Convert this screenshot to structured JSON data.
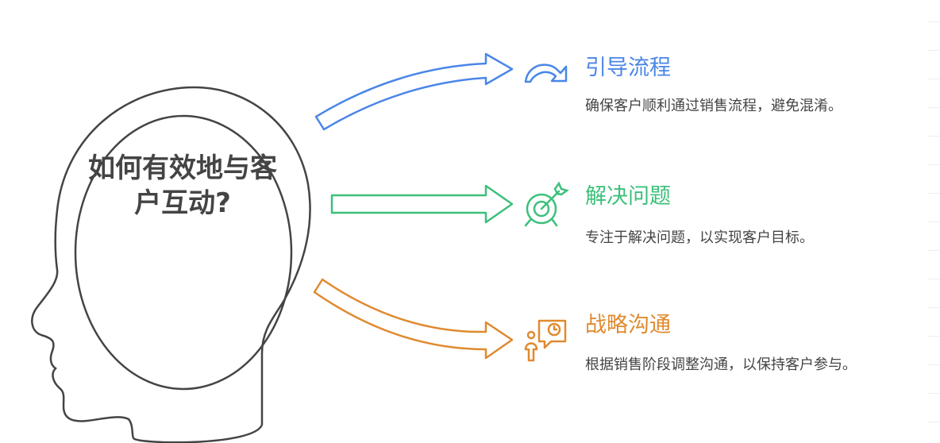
{
  "center": {
    "question": "如何有效地与客户互动?"
  },
  "colors": {
    "outline": "#444444",
    "blue": "#4a86e8",
    "green": "#3cc07a",
    "orange": "#e08a30"
  },
  "branches": [
    {
      "title": "引导流程",
      "description": "确保客户顺利通过销售流程，避免混淆。",
      "icon": "redo-arrow-icon",
      "color": "#4a86e8"
    },
    {
      "title": "解决问题",
      "description": "专注于解决问题，以实现客户目标。",
      "icon": "target-icon",
      "color": "#3cc07a"
    },
    {
      "title": "战略沟通",
      "description": "根据销售阶段调整沟通，以保持客户参与。",
      "icon": "person-speech-clock-icon",
      "color": "#e08a30"
    }
  ]
}
